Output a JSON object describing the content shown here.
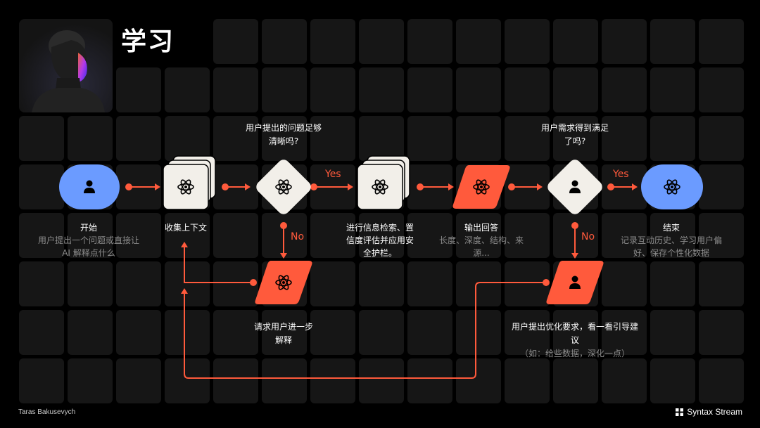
{
  "page": {
    "title": "学习"
  },
  "nodes": {
    "start": {
      "title": "开始",
      "desc": "用户提出一个问题或直接让\nAI 解释点什么"
    },
    "collect": {
      "title": "收集上下文"
    },
    "clarity_question": {
      "text": "用户提出的问题足够\n清晰吗?"
    },
    "retrieve": {
      "title": "进行信息检索、置\n信度评估并应用安\n全护栏。"
    },
    "output": {
      "title": "输出回答",
      "desc": "长度、深度、结构、来\n源..."
    },
    "satisfied_question": {
      "text": "用户需求得到满足\n了吗?"
    },
    "end": {
      "title": "结束",
      "desc": "记录互动历史、学习用户偏\n好、保存个性化数据"
    },
    "explain": {
      "title": "请求用户进一步\n解释"
    },
    "refine": {
      "title": "用户提出优化要求，看一看引导建\n议",
      "desc": "（如：给些数据，深化一点）"
    }
  },
  "edges": {
    "yes_label_1": "Yes",
    "no_label_1": "No",
    "yes_label_2": "Yes",
    "no_label_2": "No"
  },
  "footer": {
    "author": "Taras Bakusevych",
    "brand": "Syntax Stream"
  },
  "colors": {
    "accent": "#ff5a3c",
    "blue": "#6b9bff",
    "card": "#f2efe9",
    "tile": "#161616"
  },
  "icons": [
    "person-icon",
    "atom-icon",
    "brand-logo-icon"
  ]
}
